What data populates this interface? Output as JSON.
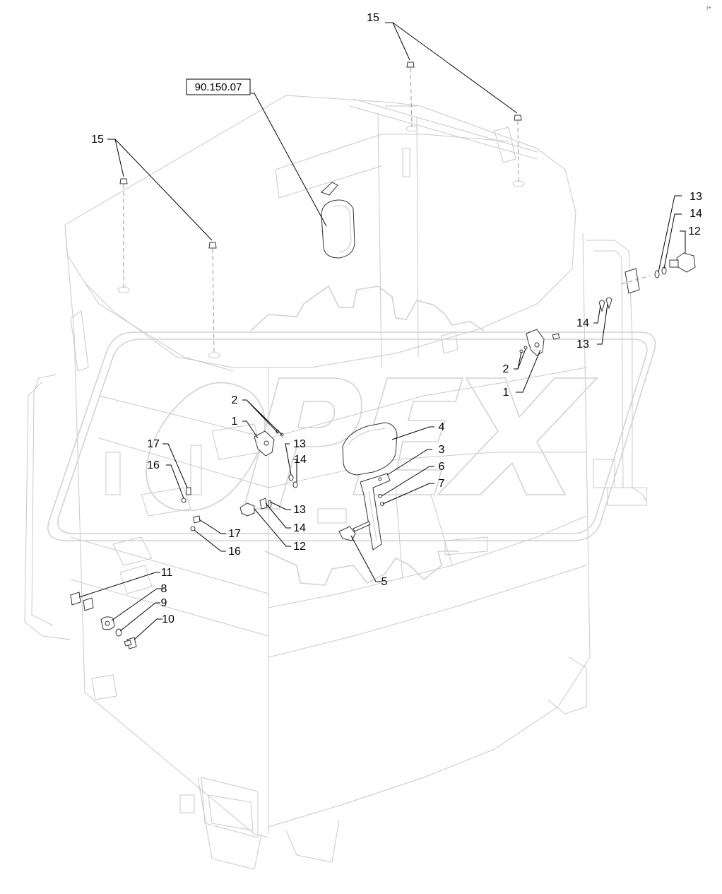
{
  "reference_box": {
    "text": "90.150.07"
  },
  "watermark": {
    "text": "OPEX"
  },
  "corner_mark": {
    "text": "r•"
  },
  "callouts": [
    {
      "id": "c15a",
      "text": "15"
    },
    {
      "id": "c15b",
      "text": "15"
    },
    {
      "id": "c13r",
      "text": "13"
    },
    {
      "id": "c14r",
      "text": "14"
    },
    {
      "id": "c12r",
      "text": "12"
    },
    {
      "id": "c14m",
      "text": "14"
    },
    {
      "id": "c13m",
      "text": "13"
    },
    {
      "id": "c2r",
      "text": "2"
    },
    {
      "id": "c1r",
      "text": "1"
    },
    {
      "id": "c2l",
      "text": "2"
    },
    {
      "id": "c1l",
      "text": "1"
    },
    {
      "id": "c4",
      "text": "4"
    },
    {
      "id": "c3",
      "text": "3"
    },
    {
      "id": "c6",
      "text": "6"
    },
    {
      "id": "c7",
      "text": "7"
    },
    {
      "id": "c17a",
      "text": "17"
    },
    {
      "id": "c16a",
      "text": "16"
    },
    {
      "id": "c13c",
      "text": "13"
    },
    {
      "id": "c14c",
      "text": "14"
    },
    {
      "id": "c13d",
      "text": "13"
    },
    {
      "id": "c14d",
      "text": "14"
    },
    {
      "id": "c12d",
      "text": "12"
    },
    {
      "id": "c17b",
      "text": "17"
    },
    {
      "id": "c16b",
      "text": "16"
    },
    {
      "id": "c5",
      "text": "5"
    },
    {
      "id": "c11",
      "text": "11"
    },
    {
      "id": "c8",
      "text": "8"
    },
    {
      "id": "c9",
      "text": "9"
    },
    {
      "id": "c10",
      "text": "10"
    }
  ]
}
